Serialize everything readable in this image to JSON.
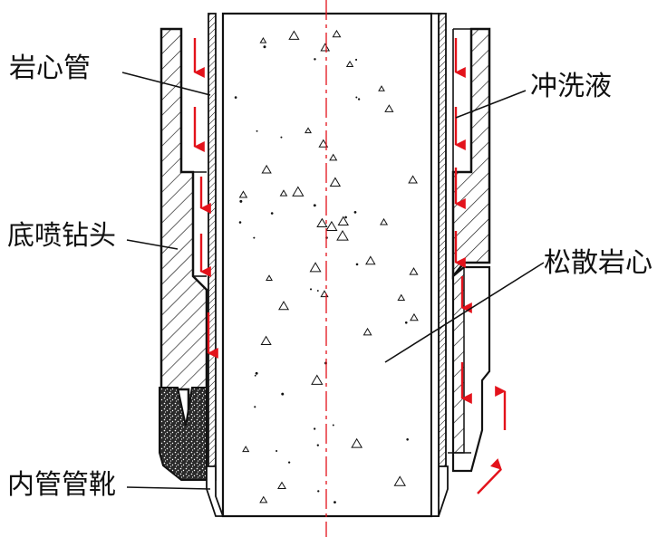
{
  "labels": {
    "core_tube": "岩心管",
    "flushing_fluid": "冲洗液",
    "bottom_jet_bit": "底喷钻头",
    "loose_core": "松散岩心",
    "inner_tube_shoe": "内管管靴"
  },
  "colors": {
    "flow_arrow": "#e3121b",
    "line": "#111111",
    "shoe_fill": "#2a2a2a",
    "background": "#ffffff"
  }
}
